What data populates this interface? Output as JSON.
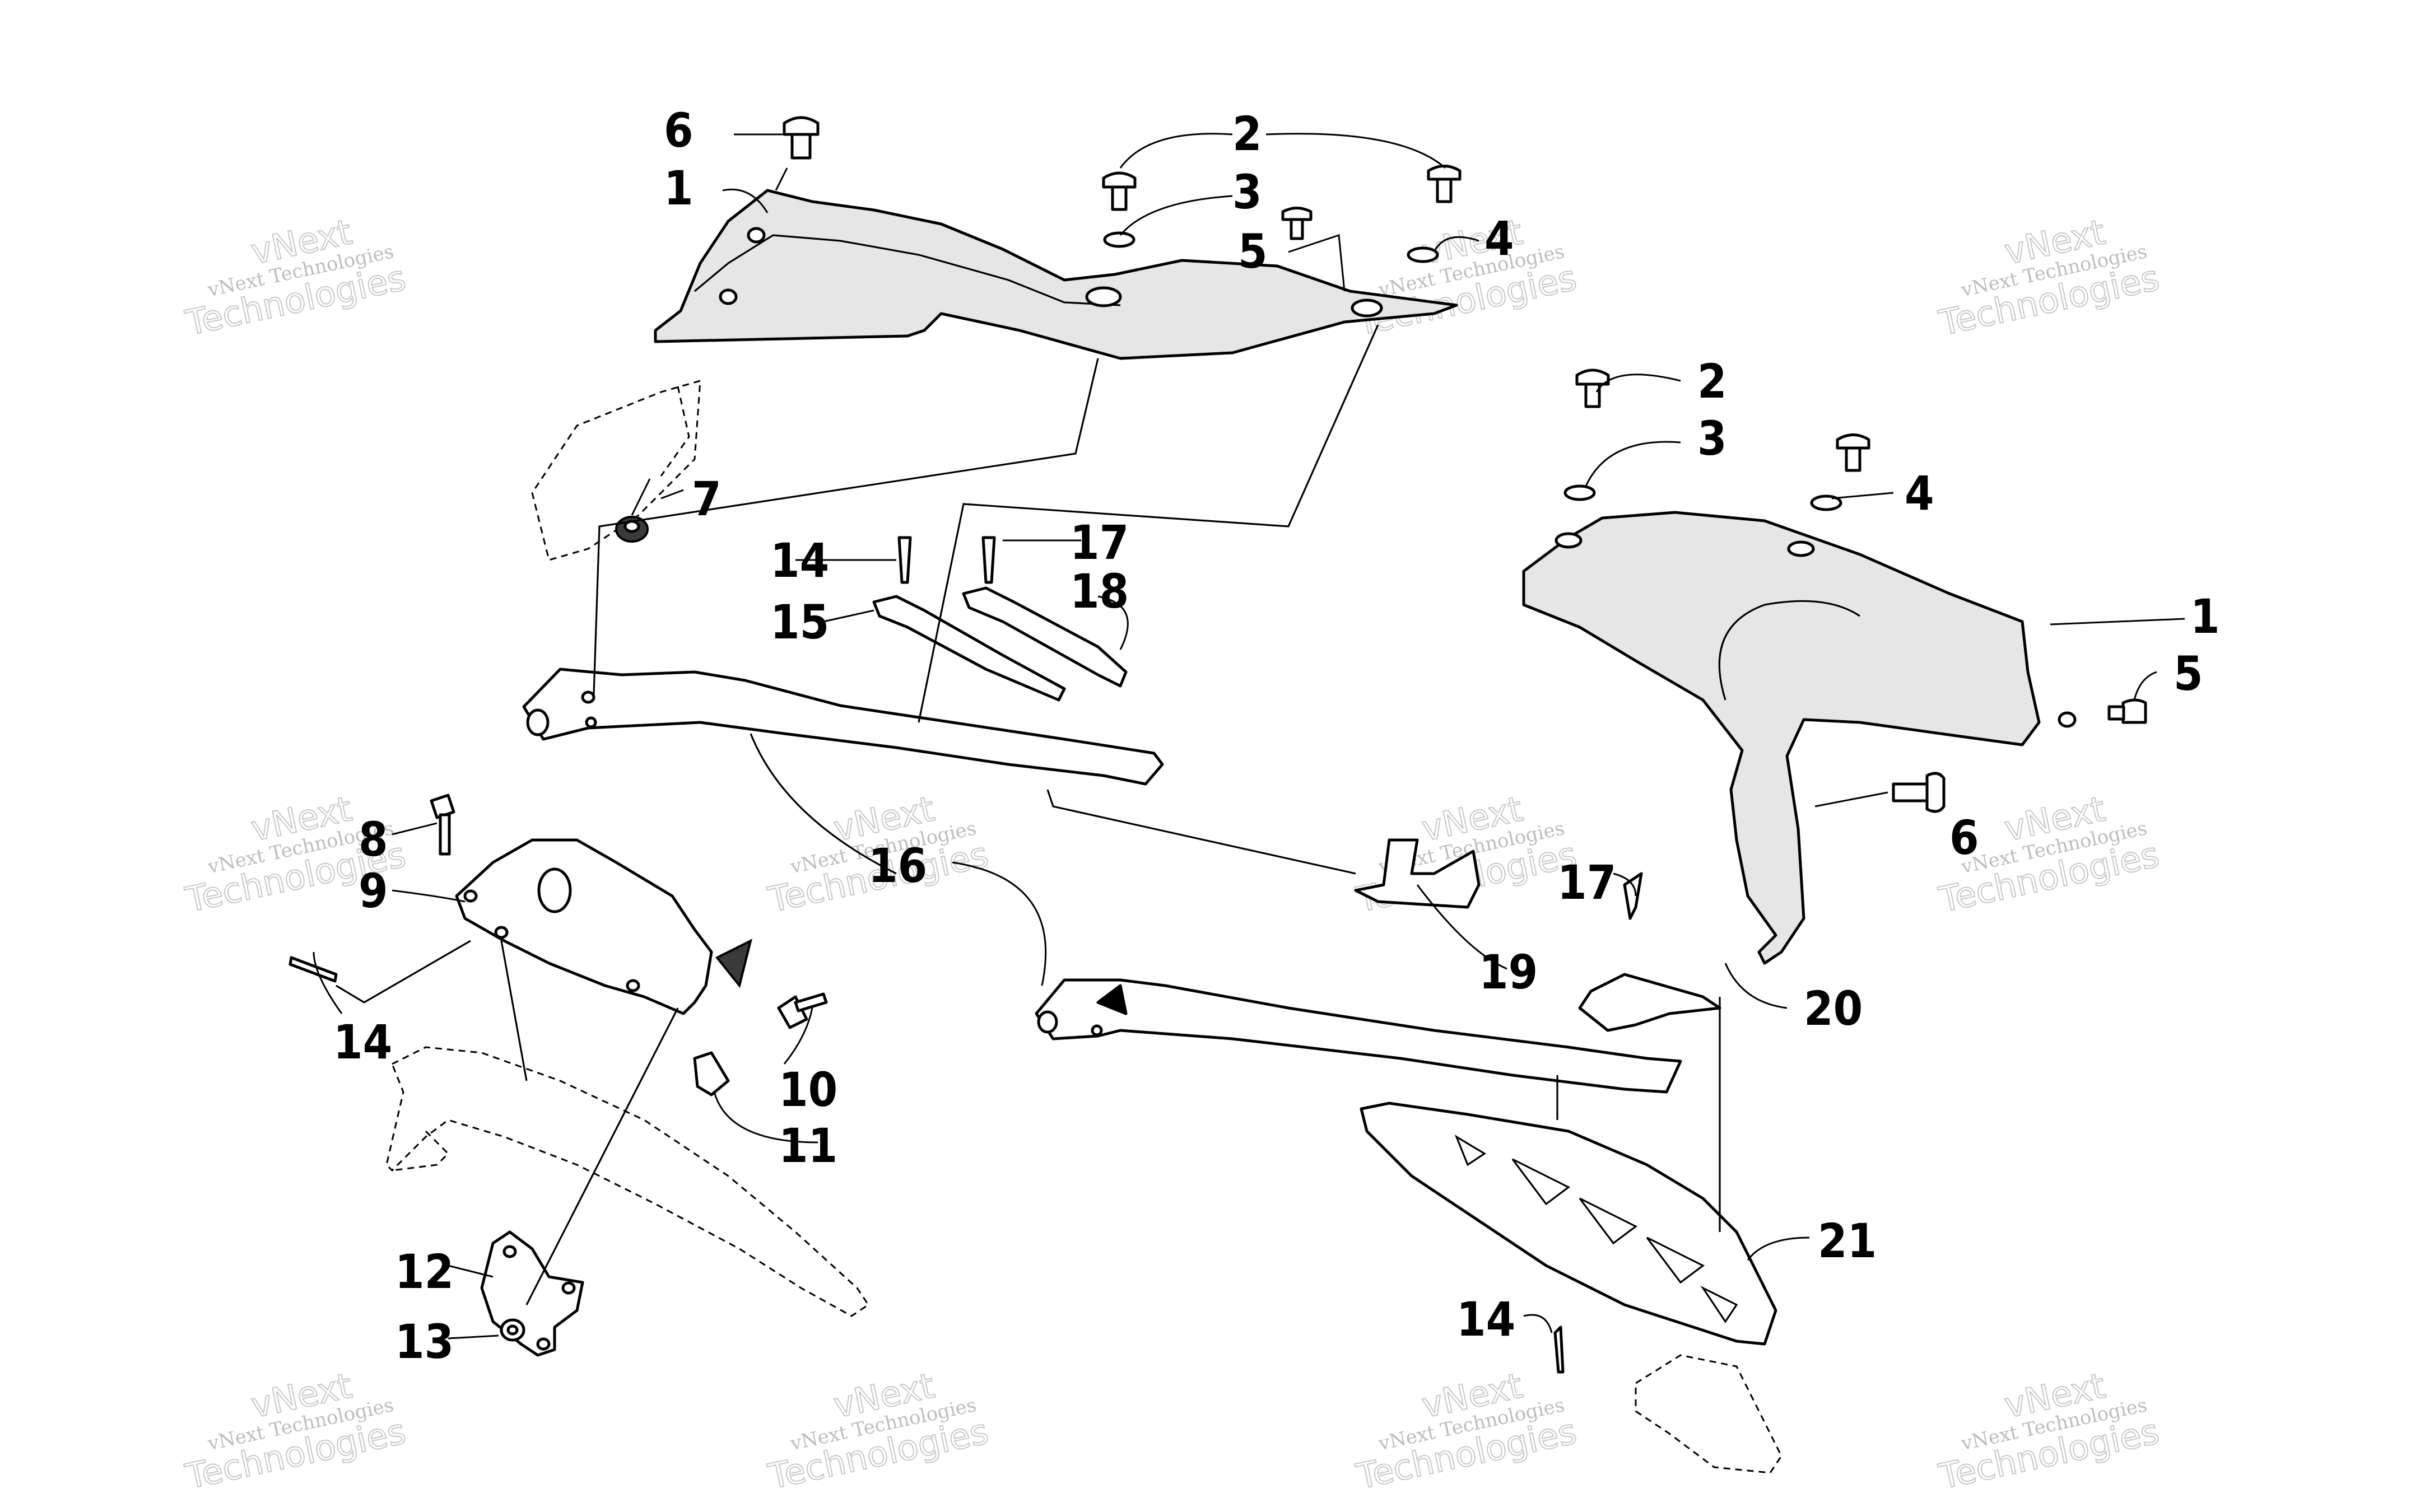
{
  "diagram": {
    "callouts": {
      "c1a": "1",
      "c2a": "2",
      "c3a": "3",
      "c4a": "4",
      "c5a": "5",
      "c6a": "6",
      "c7": "7",
      "c14a": "14",
      "c15": "15",
      "c17a": "17",
      "c18": "18",
      "c16": "16",
      "c8": "8",
      "c9": "9",
      "c14b": "14",
      "c10": "10",
      "c11": "11",
      "c12": "12",
      "c13": "13",
      "c2b": "2",
      "c3b": "3",
      "c4b": "4",
      "c1b": "1",
      "c5b": "5",
      "c6b": "6",
      "c17b": "17",
      "c19": "19",
      "c20": "20",
      "c21": "21",
      "c14c": "14"
    },
    "watermark": {
      "line1": "vNext Technologies",
      "line2": "vNext",
      "line3": "Technologies"
    }
  }
}
